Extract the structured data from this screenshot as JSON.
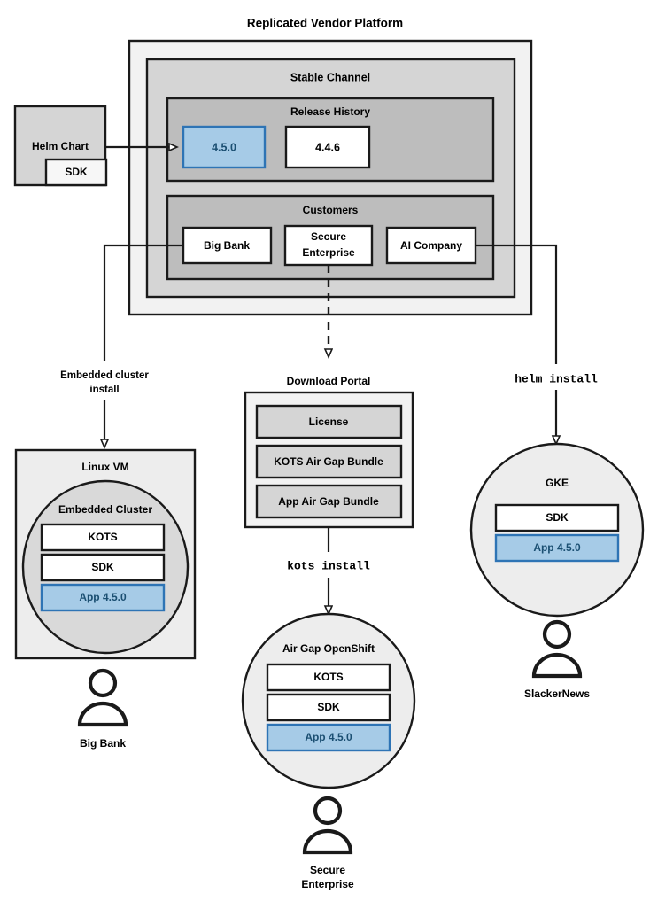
{
  "title": "Replicated Vendor Platform",
  "vendor_platform": {
    "label": "Replicated Vendor Platform",
    "channel": {
      "label": "Stable Channel",
      "release_history": {
        "label": "Release History",
        "releases": [
          {
            "version": "4.5.0",
            "highlighted": true
          },
          {
            "version": "4.4.6",
            "highlighted": false
          }
        ]
      },
      "customers": {
        "label": "Customers",
        "items": [
          {
            "name": "Big Bank"
          },
          {
            "name": "Secure\nEnterprise",
            "line1": "Secure",
            "line2": "Enterprise"
          },
          {
            "name": "AI Company"
          }
        ]
      }
    }
  },
  "source": {
    "helm_chart": {
      "label": "Helm Chart",
      "sdk_label": "SDK"
    }
  },
  "edges": {
    "embedded_cluster_install": {
      "line1": "Embedded cluster",
      "line2": "install"
    },
    "kots_install": {
      "label": "kots install",
      "mono": true
    },
    "helm_install": {
      "label": "helm install",
      "mono": true
    }
  },
  "download_portal": {
    "label": "Download Portal",
    "artifacts": [
      {
        "label": "License"
      },
      {
        "label": "KOTS Air Gap Bundle"
      },
      {
        "label": "App Air Gap Bundle"
      }
    ]
  },
  "targets": [
    {
      "id": "linux-vm",
      "label": "Linux VM",
      "inner_label": "Embedded Cluster",
      "components": [
        {
          "label": "KOTS",
          "highlighted": false
        },
        {
          "label": "SDK",
          "highlighted": false
        },
        {
          "label": "App 4.5.0",
          "highlighted": true
        }
      ],
      "persona": {
        "line1": "Big Bank",
        "line2": ""
      }
    },
    {
      "id": "air-gap-openshift",
      "label": "Air Gap OpenShift",
      "inner_label": "",
      "components": [
        {
          "label": "KOTS",
          "highlighted": false
        },
        {
          "label": "SDK",
          "highlighted": false
        },
        {
          "label": "App 4.5.0",
          "highlighted": true
        }
      ],
      "persona": {
        "line1": "Secure",
        "line2": "Enterprise"
      }
    },
    {
      "id": "gke",
      "label": "GKE",
      "inner_label": "",
      "components": [
        {
          "label": "SDK",
          "highlighted": false
        },
        {
          "label": "App 4.5.0",
          "highlighted": true
        }
      ],
      "persona": {
        "line1": "SlackerNews",
        "line2": ""
      }
    }
  ],
  "colors": {
    "stroke": "#1a1a1a",
    "platform_fill": "#f2f2f2",
    "channel_fill": "#d5d5d5",
    "section_fill": "#bdbdbd",
    "box_white": "#ffffff",
    "box_light": "#e8e8e8",
    "highlight_fill": "#a6cbe7",
    "highlight_stroke": "#2e74b5",
    "highlight_text": "#1b4f72",
    "circle_light": "#ededed",
    "circle_grey": "#d9d9d9"
  }
}
